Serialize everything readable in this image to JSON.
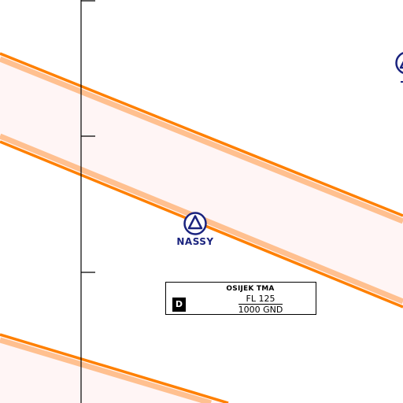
{
  "colors": {
    "corridor_edge": "#ff8000",
    "corridor_edge_halo": "#ffc090",
    "corridor_fill": "#fff5f5",
    "waypoint": "#1a237e",
    "waypoint_triangle": "#1a237e",
    "reference_line": "#000000"
  },
  "waypoints": [
    {
      "label": "NASSY",
      "icon": "reporting-point-triangle-icon"
    },
    {
      "label": "",
      "icon": "reporting-point-triangle-icon"
    }
  ],
  "airspace": {
    "class": "D",
    "name": "OSIJEK TMA",
    "upper_limit": "FL 125",
    "lower_limit": "1000 GND"
  }
}
